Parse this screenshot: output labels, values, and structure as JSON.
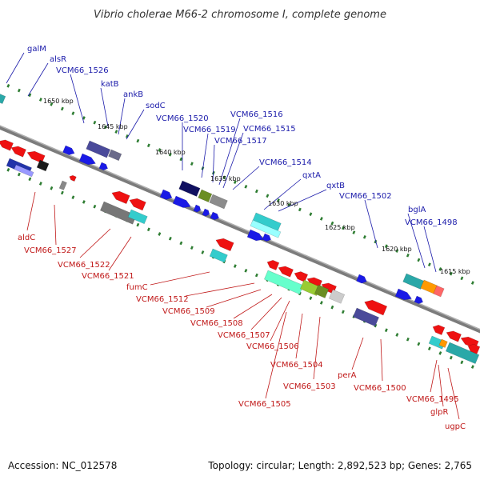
{
  "title": "Vibrio cholerae M66-2 chromosome I, complete genome",
  "footer": {
    "accession": "Accession: NC_012578",
    "summary": "Topology: circular; Length: 2,892,523 bp; Genes: 2,765"
  },
  "colors": {
    "forward_label": "#1a1aaa",
    "reverse_label": "#c01818",
    "backbone": "#8a8a8a",
    "tick": "#2e7d32"
  },
  "ticks": [
    "1650 kbp",
    "1645 kbp",
    "1640 kbp",
    "1635 kbp",
    "1630 kbp",
    "1625 kbp",
    "1620 kbp",
    "1615 kbp"
  ],
  "forward_labels": [
    "galM",
    "alsR",
    "VCM66_1526",
    "katB",
    "ankB",
    "sodC",
    "VCM66_1520",
    "VCM66_1519",
    "VCM66_1516",
    "VCM66_1515",
    "VCM66_1517",
    "VCM66_1514",
    "qxtA",
    "qxtB",
    "VCM66_1502",
    "bglA",
    "VCM66_1498"
  ],
  "reverse_labels": [
    "aldC",
    "VCM66_1527",
    "VCM66_1522",
    "VCM66_1521",
    "fumC",
    "VCM66_1512",
    "VCM66_1509",
    "VCM66_1508",
    "VCM66_1507",
    "VCM66_1506",
    "VCM66_1504",
    "VCM66_1503",
    "VCM66_1505",
    "perA",
    "VCM66_1500",
    "VCM66_1495",
    "glpR",
    "ugpC"
  ]
}
